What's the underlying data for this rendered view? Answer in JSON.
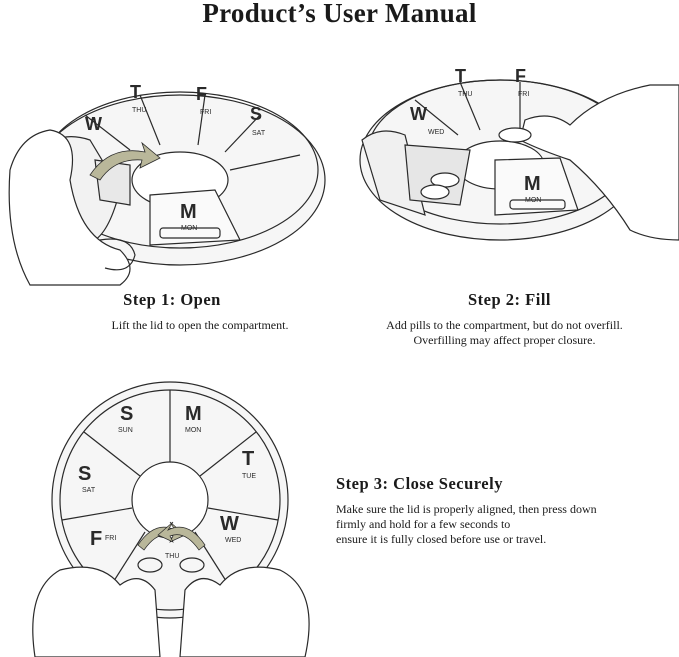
{
  "title": "Product’s User Manual",
  "steps": [
    {
      "title": "Step 1: Open",
      "lines": [
        "Lift the lid to open the compartment."
      ]
    },
    {
      "title": "Step 2: Fill",
      "lines": [
        "Add pills to the compartment, but do not overfill.",
        "Overfilling may affect proper closure."
      ]
    },
    {
      "title": "Step 3: Close Securely",
      "lines": [
        "Make sure the lid is properly aligned, then press down",
        "firmly and hold for a few seconds to",
        "ensure it is fully closed before use or travel."
      ]
    }
  ],
  "days": {
    "sun": "SUN",
    "mon": "MON",
    "tue": "TUE",
    "wed": "WED",
    "thu": "THU",
    "fri": "FRI",
    "sat": "SAT"
  },
  "letters": {
    "s": "S",
    "m": "M",
    "t": "T",
    "w": "W",
    "f": "F"
  },
  "colors": {
    "ink": "#2a2a2a",
    "arrow": "#b9b79a"
  }
}
